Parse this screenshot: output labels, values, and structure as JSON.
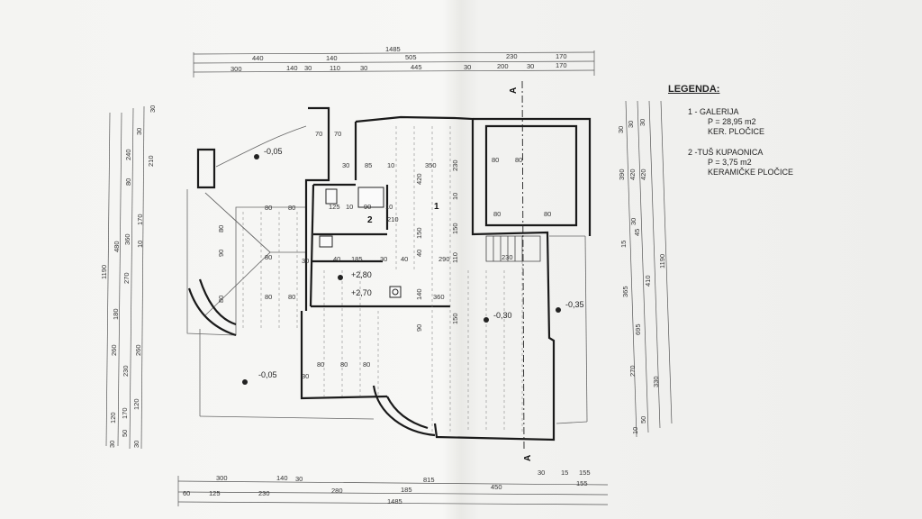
{
  "legend": {
    "title": "LEGENDA:",
    "items": [
      {
        "name": "1 - GALERIJA",
        "area": "P = 28,95 m2",
        "finish": "KER. PLOČICE"
      },
      {
        "name": "2 -TUŠ KUPAONICA",
        "area": "P = 3,75 m2",
        "finish": "KERAMIČKE PLOČICE"
      }
    ]
  },
  "rooms": {
    "galerija": "1",
    "kupaonica": "2"
  },
  "levels": {
    "top_left": "-0,05",
    "bottom_left": "-0,05",
    "right": "-0,35",
    "center": "-0,30",
    "upper_floor": "+2,80",
    "lower_floor": "+2,70"
  },
  "section_marks": {
    "top": "A",
    "bottom": "A"
  },
  "dims_top": {
    "row1": [
      "1485"
    ],
    "row2": [
      "440",
      "140",
      "505",
      "230",
      "170"
    ],
    "row3": [
      "300",
      "140",
      "30",
      "110",
      "30",
      "445",
      "30",
      "200",
      "30",
      "170"
    ]
  },
  "dims_bottom": {
    "row1": [
      "300",
      "140",
      "30",
      "815",
      "30",
      "15",
      "155"
    ],
    "row2": [
      "60",
      "125",
      "230",
      "280",
      "185",
      "450",
      "155"
    ],
    "row3": [
      "1485"
    ]
  },
  "dims_left": {
    "col1": [
      "1190"
    ],
    "col2": [
      "480",
      "180",
      "260",
      "120",
      "30"
    ],
    "col3": [
      "240",
      "80",
      "360",
      "270",
      "230",
      "170",
      "50"
    ],
    "col4": [
      "30",
      "30",
      "210",
      "170",
      "10",
      "260",
      "120",
      "30"
    ]
  },
  "dims_right": {
    "col1": [
      "30",
      "390",
      "15",
      "365",
      "270",
      "10"
    ],
    "col2": [
      "30",
      "420",
      "30",
      "695",
      "50"
    ],
    "col3": [
      "30",
      "420",
      "45",
      "410",
      "330"
    ],
    "col4": [
      "1190"
    ]
  },
  "dims_interior": [
    "70",
    "70",
    "30",
    "85",
    "10",
    "350",
    "230",
    "80",
    "80",
    "420",
    "125",
    "10",
    "90",
    "10",
    "210",
    "185",
    "30",
    "40",
    "40",
    "30",
    "290",
    "110",
    "230",
    "150",
    "150",
    "10",
    "80",
    "80",
    "80",
    "90",
    "80",
    "80",
    "40",
    "30",
    "80",
    "80",
    "140",
    "360",
    "90",
    "150",
    "80",
    "80",
    "80",
    "80",
    "80"
  ]
}
